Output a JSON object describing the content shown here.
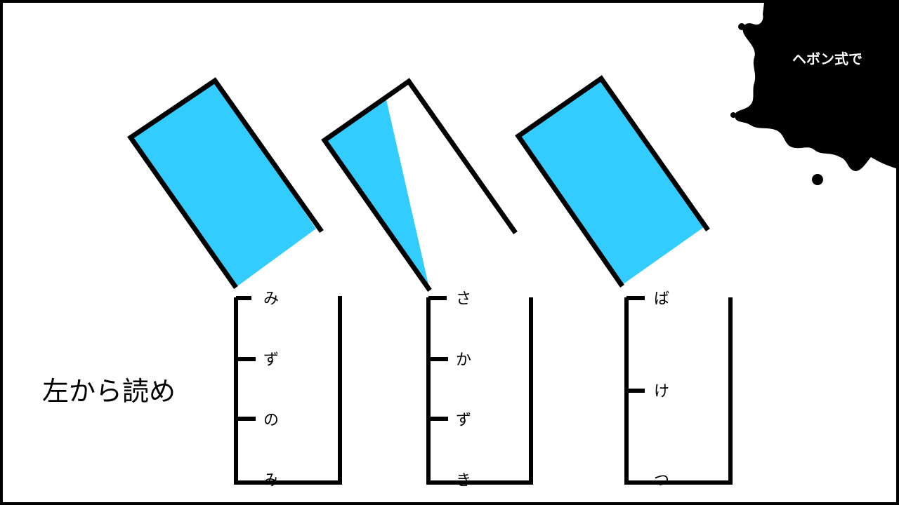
{
  "instruction": "左から読め",
  "splat_label": "ヘボン式で",
  "colors": {
    "water": "#33ccff",
    "ink": "#000000",
    "background": "#ffffff"
  },
  "glasses": [
    {
      "id": "glass-1",
      "fill_level": "full",
      "kana": [
        "み",
        "ず",
        "の",
        "み"
      ]
    },
    {
      "id": "glass-2",
      "fill_level": "partial",
      "kana": [
        "さ",
        "か",
        "ず",
        "き"
      ]
    },
    {
      "id": "glass-3",
      "fill_level": "full",
      "kana": [
        "ば",
        "け",
        "つ"
      ]
    }
  ]
}
